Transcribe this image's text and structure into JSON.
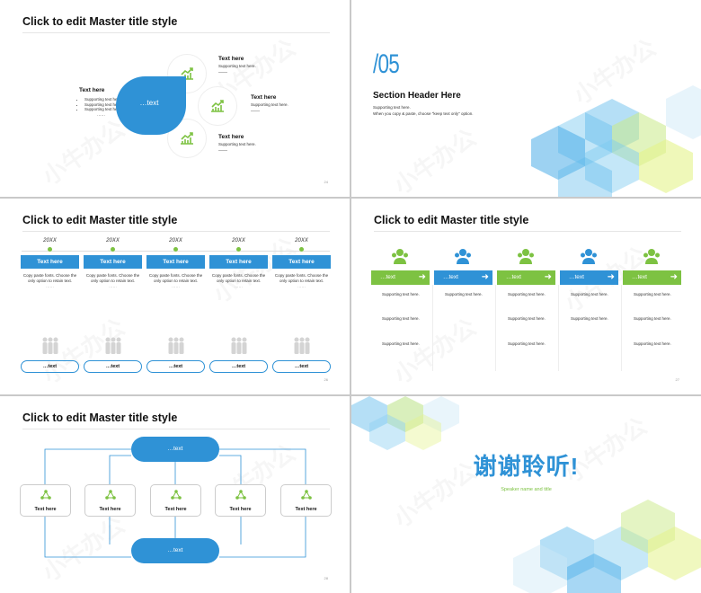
{
  "slides": {
    "s1": {
      "title": "Click to edit Master title style",
      "blob_text": "…text",
      "left_heading": "Text here",
      "left_bullets": [
        "Supporting text here.",
        "Supporting text here.",
        "Supporting text here."
      ],
      "left_small": "……",
      "items": [
        {
          "heading": "Text here",
          "sub": "Supporting text here."
        },
        {
          "heading": "Text here",
          "sub": "Supporting text here."
        },
        {
          "heading": "Text here",
          "sub": "Supporting text here."
        }
      ],
      "page": "24"
    },
    "s2": {
      "number": "/05",
      "heading": "Section Header Here",
      "line1": "Supporting text here.",
      "line2": "When you copy & paste, choose \"keep text only\" option."
    },
    "s3": {
      "title": "Click to edit Master title style",
      "cols": [
        {
          "year": "20XX",
          "label": "Text here",
          "desc": "Copy paste fonts. Choose the only option to retain text.",
          "more": "……",
          "pill": "…text"
        },
        {
          "year": "20XX",
          "label": "Text here",
          "desc": "Copy paste fonts. Choose the only option to retain text.",
          "more": "……",
          "pill": "…text"
        },
        {
          "year": "20XX",
          "label": "Text here",
          "desc": "Copy paste fonts. Choose the only option to retain text.",
          "more": "……",
          "pill": "…text"
        },
        {
          "year": "20XX",
          "label": "Text here",
          "desc": "Copy paste fonts. Choose the only option to retain text.",
          "more": "……",
          "pill": "…text"
        },
        {
          "year": "20XX",
          "label": "Text here",
          "desc": "Copy paste fonts. Choose the only option to retain text.",
          "more": "……",
          "pill": "…text"
        }
      ],
      "page": "26"
    },
    "s4": {
      "title": "Click to edit Master title style",
      "cols": [
        {
          "label": "…text",
          "color": "#7dc242"
        },
        {
          "label": "…text",
          "color": "#2f92d6"
        },
        {
          "label": "…text",
          "color": "#7dc242"
        },
        {
          "label": "…text",
          "color": "#2f92d6"
        },
        {
          "label": "…text",
          "color": "#7dc242"
        }
      ],
      "support": "Supporting text here.",
      "page": "27"
    },
    "s5": {
      "title": "Click to edit Master title style",
      "top_pill": "…text",
      "bottom_pill": "…text",
      "boxes": [
        "Text here",
        "Text here",
        "Text here",
        "Text here",
        "Text here"
      ],
      "page": "28"
    },
    "s6": {
      "heading": "谢谢聆听!",
      "sub": "Speaker name and title"
    }
  },
  "colors": {
    "blue": "#2f92d6",
    "green": "#7dc242"
  },
  "watermark": "小牛办公"
}
